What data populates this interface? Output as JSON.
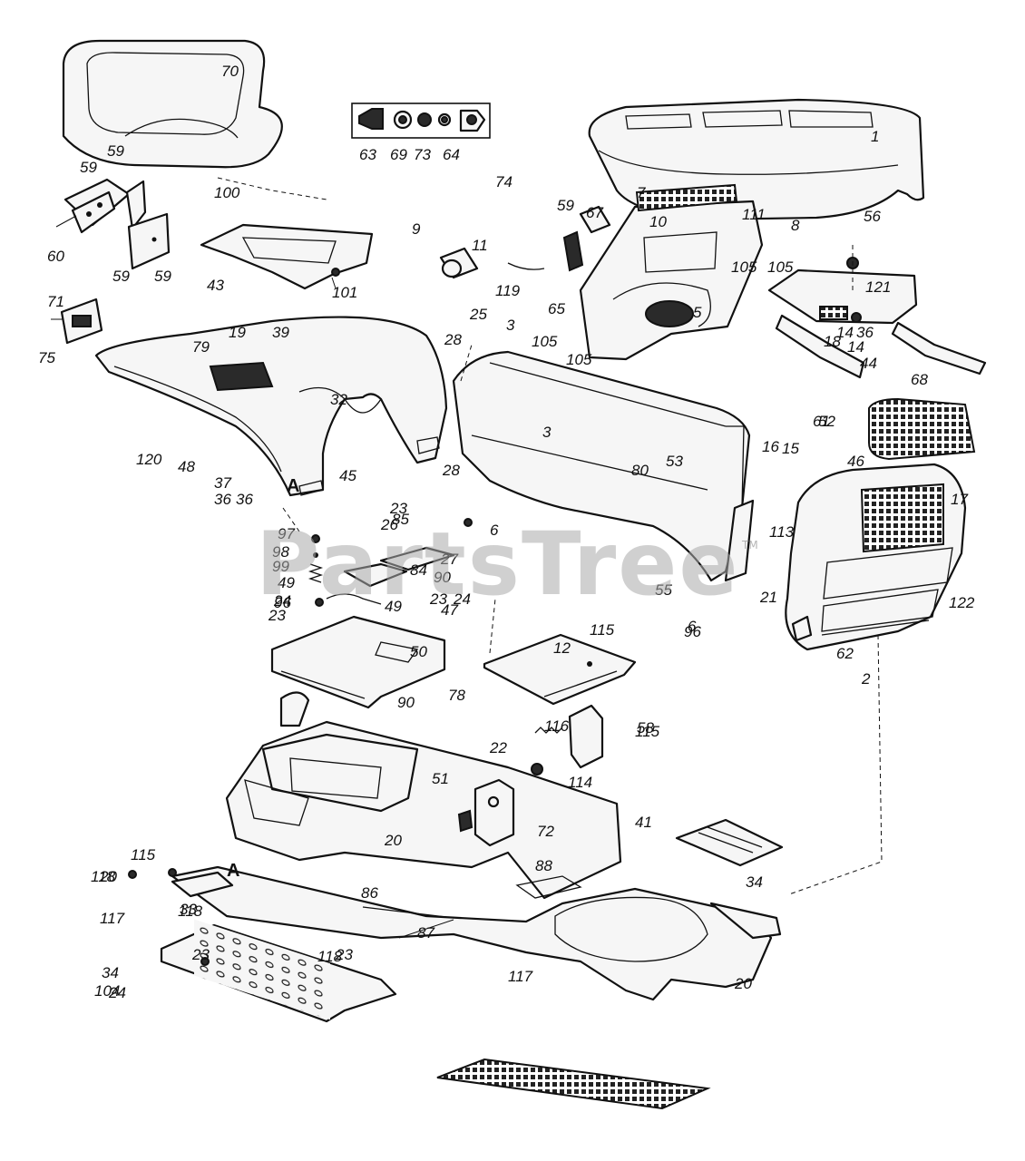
{
  "diagram": {
    "watermark": "PartsTree",
    "watermark_tm": "TM",
    "callouts": [
      {
        "id": "70"
      },
      {
        "id": "63"
      },
      {
        "id": "69"
      },
      {
        "id": "73"
      },
      {
        "id": "64"
      },
      {
        "id": "1"
      },
      {
        "id": "59"
      },
      {
        "id": "60"
      },
      {
        "id": "100"
      },
      {
        "id": "101"
      },
      {
        "id": "71"
      },
      {
        "id": "75"
      },
      {
        "id": "43"
      },
      {
        "id": "79"
      },
      {
        "id": "19"
      },
      {
        "id": "39"
      },
      {
        "id": "32"
      },
      {
        "id": "120"
      },
      {
        "id": "48"
      },
      {
        "id": "37"
      },
      {
        "id": "36"
      },
      {
        "id": "45"
      },
      {
        "id": "74"
      },
      {
        "id": "67"
      },
      {
        "id": "7"
      },
      {
        "id": "10"
      },
      {
        "id": "111"
      },
      {
        "id": "9"
      },
      {
        "id": "11"
      },
      {
        "id": "119"
      },
      {
        "id": "65"
      },
      {
        "id": "5"
      },
      {
        "id": "105"
      },
      {
        "id": "25"
      },
      {
        "id": "3"
      },
      {
        "id": "28"
      },
      {
        "id": "8"
      },
      {
        "id": "56"
      },
      {
        "id": "121"
      },
      {
        "id": "18"
      },
      {
        "id": "14"
      },
      {
        "id": "44"
      },
      {
        "id": "52"
      },
      {
        "id": "68"
      },
      {
        "id": "61"
      },
      {
        "id": "46"
      },
      {
        "id": "16"
      },
      {
        "id": "15"
      },
      {
        "id": "17"
      },
      {
        "id": "113"
      },
      {
        "id": "21"
      },
      {
        "id": "122"
      },
      {
        "id": "62"
      },
      {
        "id": "2"
      },
      {
        "id": "80"
      },
      {
        "id": "53"
      },
      {
        "id": "55"
      },
      {
        "id": "6"
      },
      {
        "id": "96"
      },
      {
        "id": "97"
      },
      {
        "id": "98"
      },
      {
        "id": "99"
      },
      {
        "id": "49"
      },
      {
        "id": "24"
      },
      {
        "id": "23"
      },
      {
        "id": "26"
      },
      {
        "id": "85"
      },
      {
        "id": "84"
      },
      {
        "id": "90"
      },
      {
        "id": "27"
      },
      {
        "id": "50"
      },
      {
        "id": "47"
      },
      {
        "id": "78"
      },
      {
        "id": "12"
      },
      {
        "id": "115"
      },
      {
        "id": "116"
      },
      {
        "id": "58"
      },
      {
        "id": "22"
      },
      {
        "id": "114"
      },
      {
        "id": "51"
      },
      {
        "id": "72"
      },
      {
        "id": "41"
      },
      {
        "id": "20"
      },
      {
        "id": "88"
      },
      {
        "id": "118"
      },
      {
        "id": "117"
      },
      {
        "id": "33"
      },
      {
        "id": "86"
      },
      {
        "id": "87"
      },
      {
        "id": "34"
      },
      {
        "id": "104"
      }
    ],
    "reference_letters": [
      "A",
      "A"
    ]
  }
}
